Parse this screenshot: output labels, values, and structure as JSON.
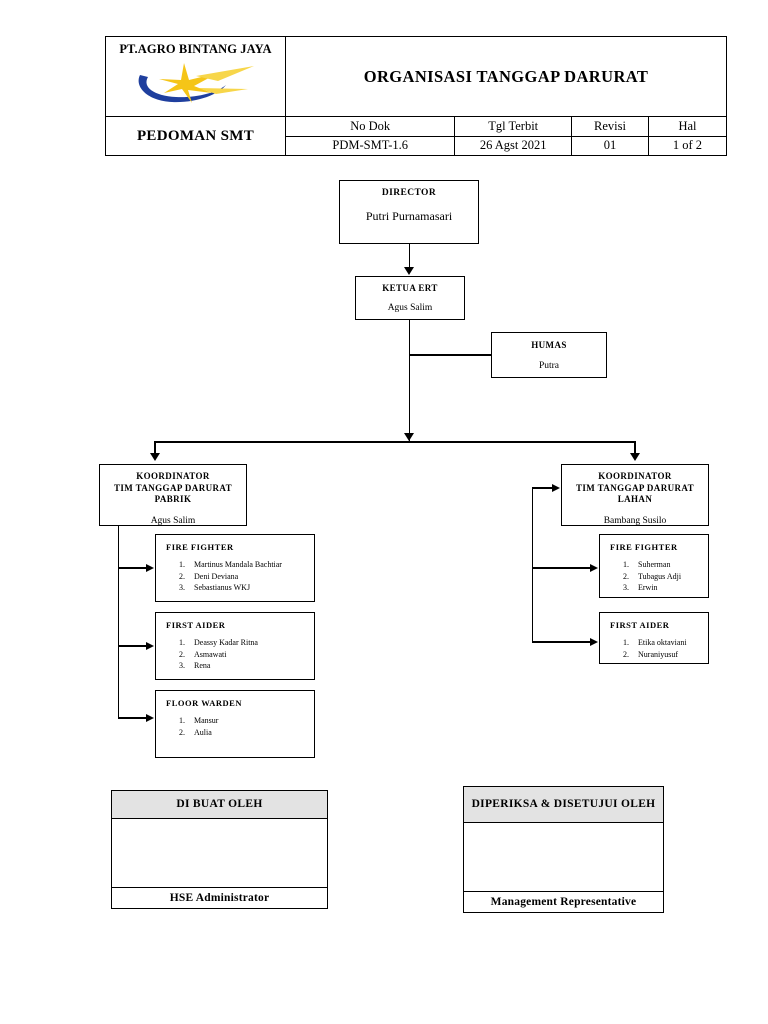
{
  "header": {
    "company_name": "PT.AGRO BINTANG JAYA",
    "logo_name": "agro-bintang-jaya-star-logo",
    "doc_title": "ORGANISASI TANGGAP DARURAT",
    "pedoman_label": "PEDOMAN SMT",
    "meta": {
      "col_no_dok": "No Dok",
      "col_tgl_terbit": "Tgl Terbit",
      "col_revisi": "Revisi",
      "col_hal": "Hal",
      "val_no_dok": "PDM-SMT-1.6",
      "val_tgl_terbit": "26 Agst 2021",
      "val_revisi": "01",
      "val_hal": "1 of 2"
    }
  },
  "chart": {
    "type": "org-chart",
    "nodes": {
      "director": {
        "title": "DIRECTOR",
        "name": "Putri Purnamasari"
      },
      "ketua_ert": {
        "title": "KETUA ERT",
        "name": "Agus Salim"
      },
      "humas": {
        "title": "HUMAS",
        "name": "Putra"
      },
      "koordinator_pabrik": {
        "title_line1": "KOORDINATOR",
        "title_line2": "TIM TANGGAP DARURAT",
        "title_line3": "PABRIK",
        "name": "Agus Salim"
      },
      "koordinator_lahan": {
        "title_line1": "KOORDINATOR",
        "title_line2": "TIM TANGGAP DARURAT",
        "title_line3": "LAHAN",
        "name": "Bambang Susilo"
      }
    },
    "teams": {
      "pabrik_fire_fighter": {
        "title": "FIRE FIGHTER",
        "members": [
          "Martinus Mandala Bachtiar",
          "Deni Deviana",
          "Sebastianus WKJ"
        ]
      },
      "pabrik_first_aider": {
        "title": "FIRST AIDER",
        "members": [
          "Deassy Kadar Ritna",
          "Asmawati",
          "Rena"
        ]
      },
      "pabrik_floor_warden": {
        "title": "FLOOR WARDEN",
        "members": [
          "Mansur",
          "Aulia"
        ]
      },
      "lahan_fire_fighter": {
        "title": "FIRE FIGHTER",
        "members": [
          "Suherman",
          "Tubagus Adji",
          "Erwin"
        ]
      },
      "lahan_first_aider": {
        "title": "FIRST AIDER",
        "members": [
          "Etika oktaviani",
          "Nuraniyusuf"
        ]
      }
    }
  },
  "signatures": {
    "left": {
      "heading": "DI BUAT OLEH",
      "role": "HSE Administrator"
    },
    "right": {
      "heading": "DIPERIKSA & DISETUJUI OLEH",
      "role": "Management Representative"
    }
  },
  "colors": {
    "logo_star": "#F5C518",
    "logo_swoosh": "#1F3F9E",
    "signature_header_bg": "#E3E3E3",
    "line": "#000000"
  }
}
